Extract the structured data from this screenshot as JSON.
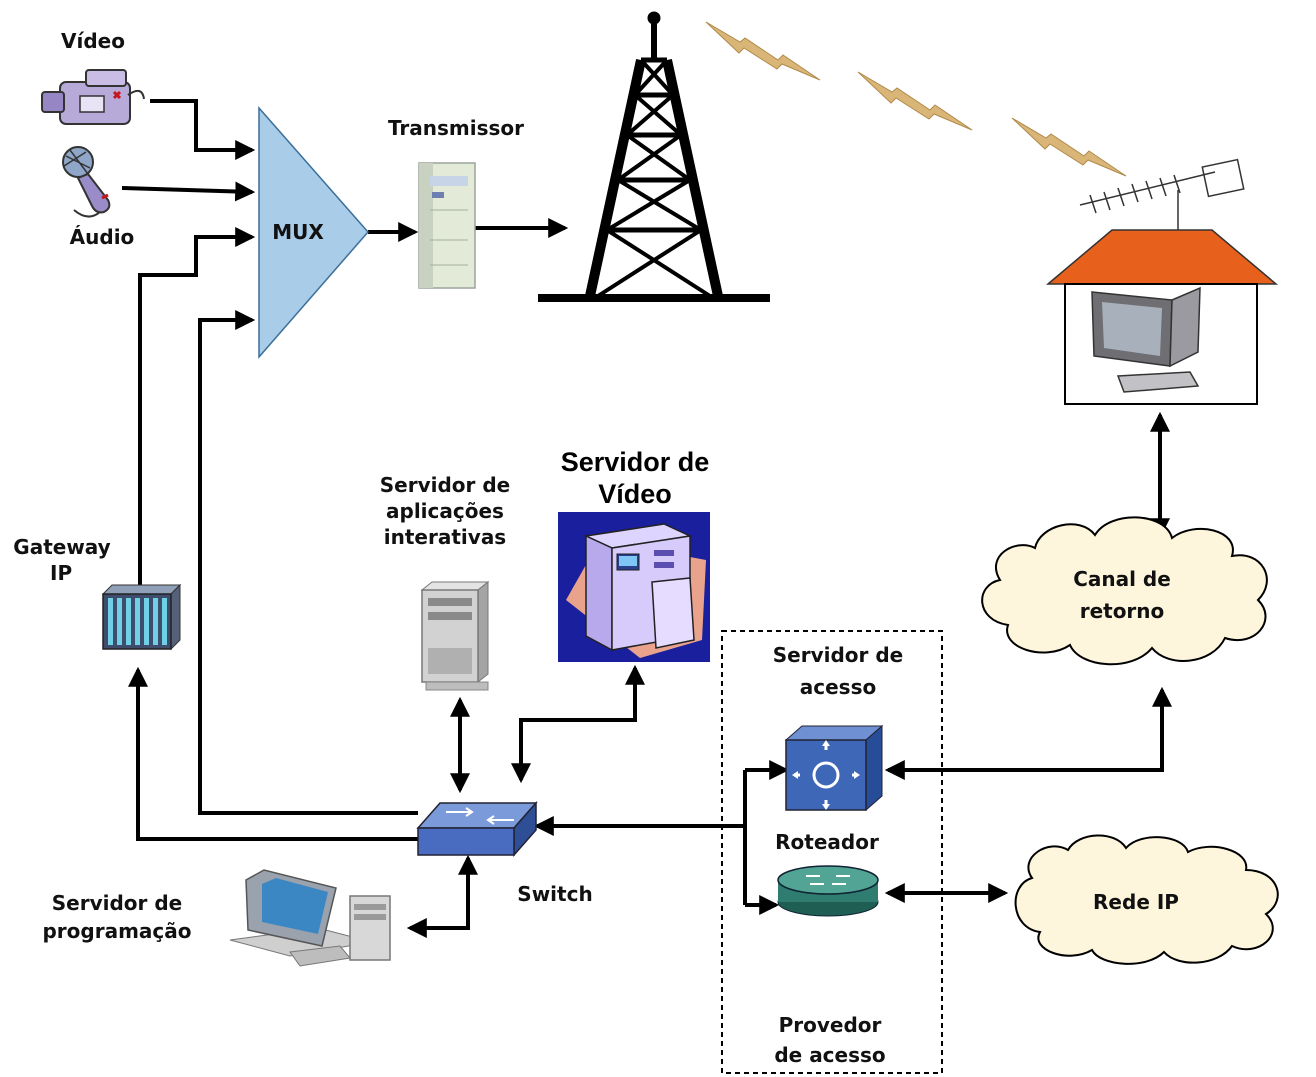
{
  "labels": {
    "video": "Vídeo",
    "audio": "Áudio",
    "mux": "MUX",
    "transmissor": "Transmissor",
    "gateway_line1": "Gateway",
    "gateway_line2": "IP",
    "servidor_app_line1": "Servidor de",
    "servidor_app_line2": "aplicações",
    "servidor_app_line3": "interativas",
    "servidor_video_line1": "Servidor de",
    "servidor_video_line2": "Vídeo",
    "canal_line1": "Canal de",
    "canal_line2": "retorno",
    "servidor_acesso_line1": "Servidor de",
    "servidor_acesso_line2": "acesso",
    "roteador": "Roteador",
    "switch": "Switch",
    "rede_ip": "Rede IP",
    "servidor_prog_line1": "Servidor de",
    "servidor_prog_line2": "programação",
    "provedor_line1": "Provedor",
    "provedor_line2": "de acesso"
  },
  "colors": {
    "mux_fill": "#a9cce8",
    "roof": "#e8611c",
    "cloud_fill": "#fdf5dc",
    "lightning": "#d9b677",
    "video_server_bg": "#1a1f9e",
    "router": "#2e7d70",
    "access_server": "#3f67b8",
    "switch": "#4a6cc0"
  },
  "icons": [
    "video-camera-icon",
    "microphone-icon",
    "transmitter-icon",
    "antenna-tower-icon",
    "lightning-icon",
    "house-icon",
    "tv-icon",
    "gateway-rack-icon",
    "server-tower-icon",
    "video-server-icon",
    "access-server-icon",
    "router-icon",
    "switch-icon",
    "desktop-computer-icon",
    "cloud-icon"
  ]
}
